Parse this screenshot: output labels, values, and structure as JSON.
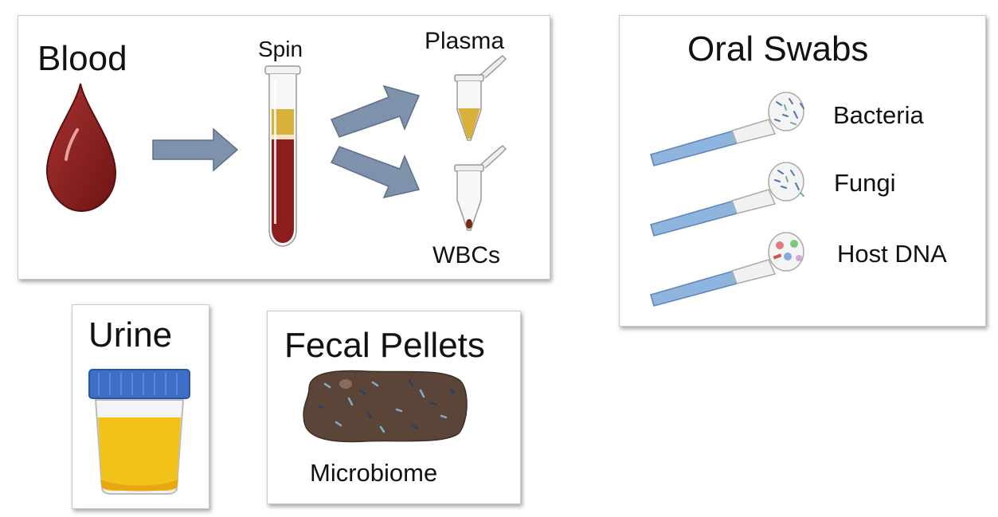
{
  "blood": {
    "title": "Blood",
    "spin_label": "Spin",
    "plasma_label": "Plasma",
    "wbc_label": "WBCs",
    "colors": {
      "blood": "#8c1d1d",
      "plasma": "#d8b13a",
      "arrow": "#7f92ab"
    }
  },
  "oral": {
    "title": "Oral Swabs",
    "items": [
      {
        "label": "Bacteria"
      },
      {
        "label": "Fungi"
      },
      {
        "label": "Host DNA"
      }
    ],
    "colors": {
      "swab_stick": "#8fb5df"
    }
  },
  "urine": {
    "title": "Urine",
    "colors": {
      "cap": "#3d6fc9",
      "liquid": "#f2c21a"
    }
  },
  "fecal": {
    "title": "Fecal Pellets",
    "label": "Microbiome",
    "colors": {
      "pellet": "#5a4538"
    }
  }
}
